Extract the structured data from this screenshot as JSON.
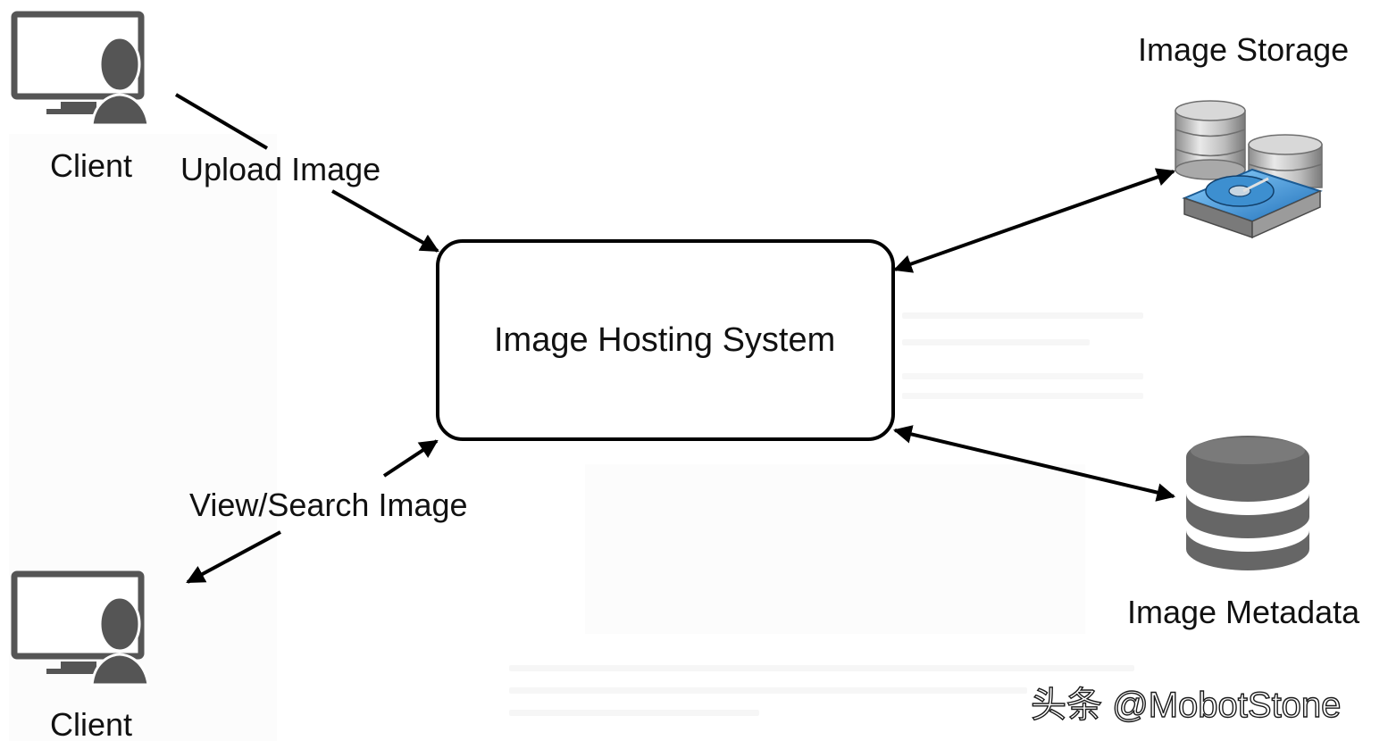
{
  "diagram": {
    "system": {
      "label": "Image Hosting System"
    },
    "client_top": {
      "label": "Client"
    },
    "client_bottom": {
      "label": "Client"
    },
    "storage": {
      "label": "Image Storage"
    },
    "metadata": {
      "label": "Image Metadata"
    },
    "edges": {
      "upload": {
        "label": "Upload Image"
      },
      "view": {
        "label": "View/Search Image"
      }
    }
  },
  "watermark": {
    "text": "头条 @MobotStone"
  },
  "icons": {
    "client": "client-computer-icon",
    "storage": "database-harddisk-icon",
    "metadata": "database-cylinder-icon"
  },
  "colors": {
    "stroke": "#000000",
    "icon_gray": "#555555",
    "disk_blue": "#2f8fd8"
  }
}
